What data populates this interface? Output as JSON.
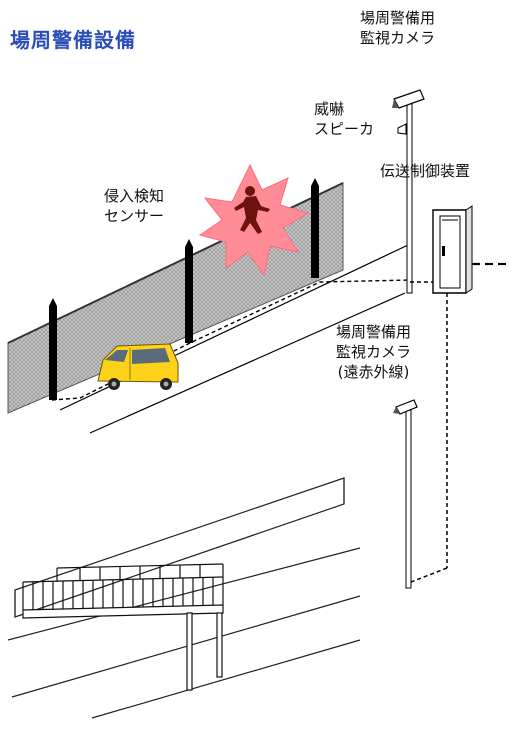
{
  "title": "場周警備設備",
  "colors": {
    "title": "#2b4fb8",
    "fence_fill": "#bdbdbd",
    "post": "#000000",
    "burst": "#ff8a94",
    "intruder": "#7a1410",
    "van": "#ffd21a"
  },
  "labels": {
    "camera_top": [
      "場周警備用",
      "監視カメラ"
    ],
    "speaker": [
      "威嚇",
      "スピーカ"
    ],
    "sensor": [
      "侵入検知",
      "センサー"
    ],
    "control": "伝送制御装置",
    "camera_ir": [
      "場周警備用",
      "監視カメラ",
      "(遠赤外線)"
    ]
  },
  "icons": [
    "camera-icon",
    "speaker-icon",
    "control-cabinet-icon",
    "intruder-icon",
    "van-icon"
  ]
}
